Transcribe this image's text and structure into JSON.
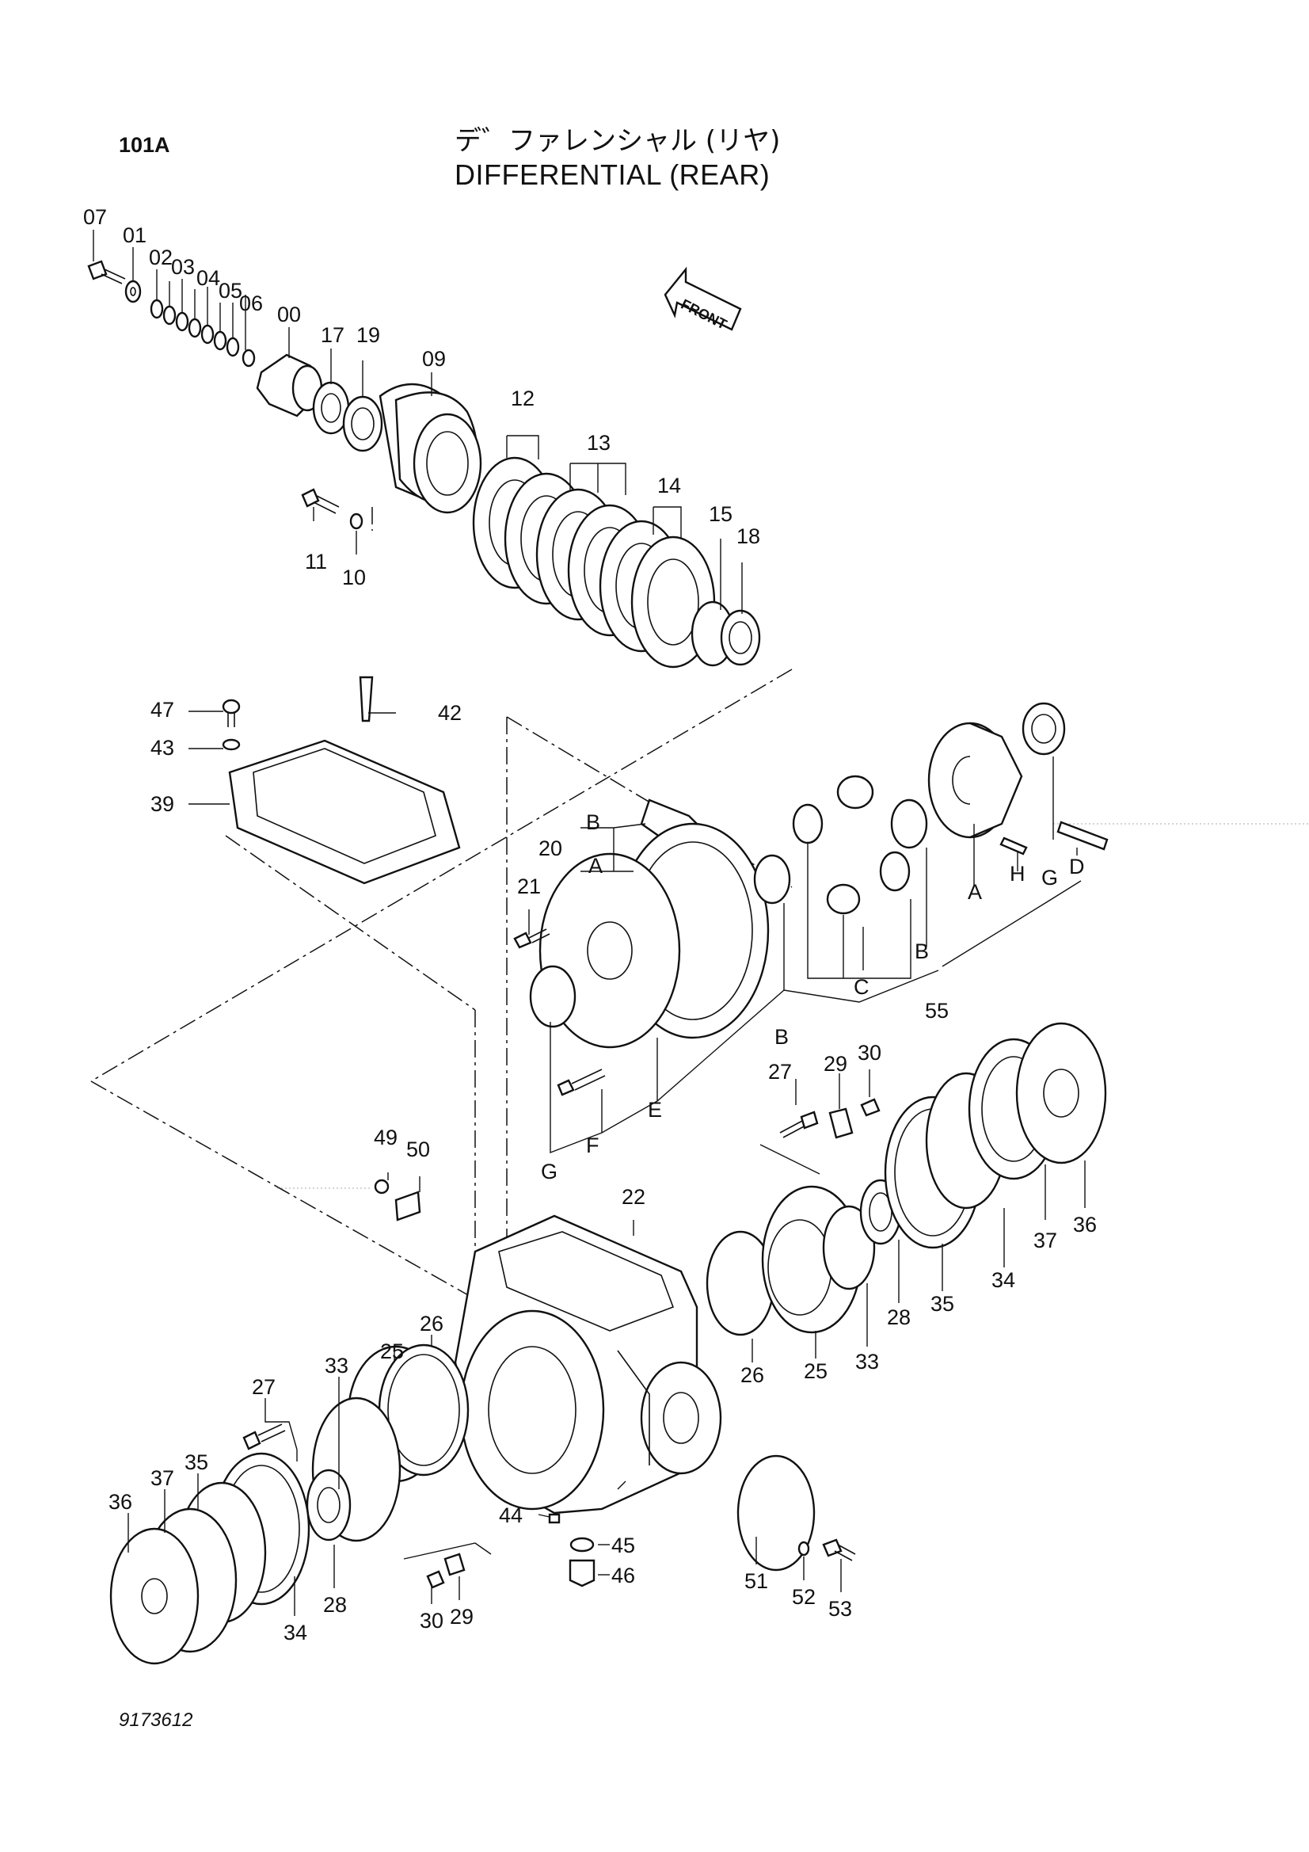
{
  "header": {
    "page_number": "101A",
    "title_japanese": "デ゛ファレンシャル (リヤ)",
    "title_english": "DIFFERENTIAL (REAR)"
  },
  "front_arrow_label": "FRONT",
  "drawing_number": "9173612",
  "callouts": {
    "c00": "00",
    "c01": "01",
    "c02": "02",
    "c03": "03",
    "c04": "04",
    "c05": "05",
    "c06": "06",
    "c07": "07",
    "c09": "09",
    "c10": "10",
    "c11": "11",
    "c12": "12",
    "c13": "13",
    "c14": "14",
    "c15": "15",
    "c17": "17",
    "c18": "18",
    "c19": "19",
    "c20": "20",
    "c21": "21",
    "c22": "22",
    "c25a": "25",
    "c25b": "25",
    "c26a": "26",
    "c26b": "26",
    "c27a": "27",
    "c27b": "27",
    "c28a": "28",
    "c28b": "28",
    "c29a": "29",
    "c29b": "29",
    "c30a": "30",
    "c30b": "30",
    "c33a": "33",
    "c33b": "33",
    "c34a": "34",
    "c34b": "34",
    "c35a": "35",
    "c35b": "35",
    "c36a": "36",
    "c36b": "36",
    "c37a": "37",
    "c37b": "37",
    "c39": "39",
    "c42": "42",
    "c43": "43",
    "c44": "44",
    "c45": "45",
    "c46": "46",
    "c47": "47",
    "c49": "49",
    "c50": "50",
    "c51": "51",
    "c52": "52",
    "c53": "53",
    "c55": "55",
    "lA1": "A",
    "lA2": "A",
    "lB1": "B",
    "lB2": "B",
    "lB3": "B",
    "lC": "C",
    "lD": "D",
    "lE": "E",
    "lF": "F",
    "lG1": "G",
    "lG2": "G",
    "lH": "H"
  }
}
